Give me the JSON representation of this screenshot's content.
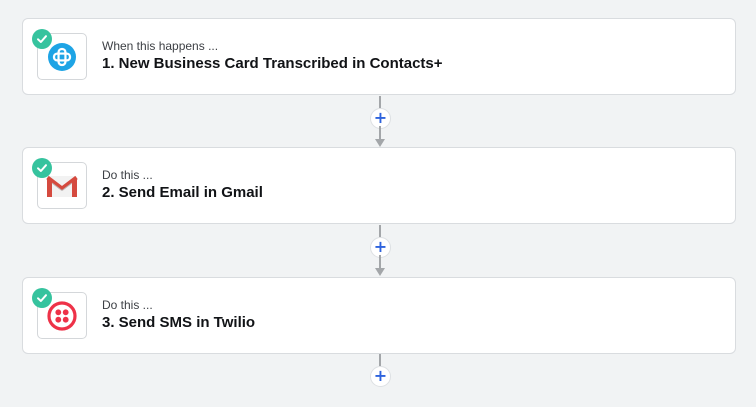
{
  "colors": {
    "check": "#36c39e",
    "plus": "#2e63dd",
    "contacts_plus": "#1ea4e5",
    "gmail_red": "#d54a3f",
    "twilio_red": "#ee3248",
    "connector": "#a3a6a9"
  },
  "add_step": {
    "glyph": "+",
    "icon": "plus-icon"
  },
  "steps": [
    {
      "kicker": "When this happens ...",
      "title": "1. New Business Card Transcribed in Contacts+",
      "app_icon": "contacts-plus-icon",
      "status_icon": "check-icon"
    },
    {
      "kicker": "Do this ...",
      "title": "2. Send Email in Gmail",
      "app_icon": "gmail-icon",
      "status_icon": "check-icon"
    },
    {
      "kicker": "Do this ...",
      "title": "3. Send SMS in Twilio",
      "app_icon": "twilio-icon",
      "status_icon": "check-icon"
    }
  ]
}
